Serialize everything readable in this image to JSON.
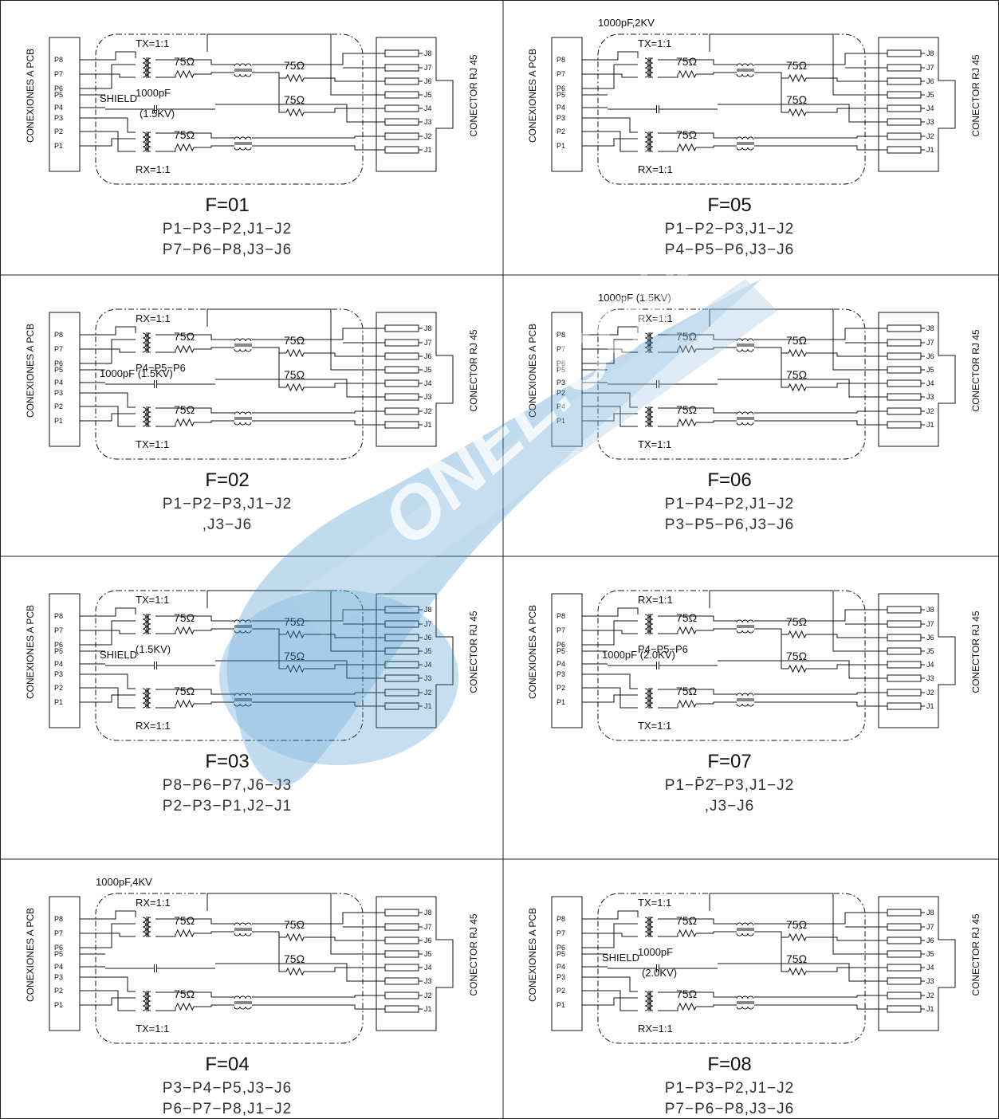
{
  "colors": {
    "line": "#111111",
    "grid": "#222222",
    "watermark": "#2f89c9"
  },
  "watermark_text": "ONEL.COM",
  "panels": [
    {
      "id": "F01",
      "title": "F=01",
      "desc": [
        "P1−P3−P2,J1−J2",
        "P7−P6−P8,J3−J6"
      ],
      "left_label": "CONEXIONES A PCB",
      "right_label": "CONECTOR RJ 45",
      "p_pins": [
        "P8",
        "P7",
        "P6",
        "P5",
        "P4",
        "P3",
        "P2",
        "P1"
      ],
      "j_pins": [
        "J8",
        "J7",
        "J6",
        "J5",
        "J4",
        "J3",
        "J2",
        "J1"
      ],
      "trafo_top": "TX=1:1",
      "trafo_bottom": "RX=1:1",
      "resistor": "75Ω",
      "notes": [
        "SHIELD",
        "1000pF",
        "(1.5KV)"
      ]
    },
    {
      "id": "F05",
      "title": "F=05",
      "desc": [
        "P1−P2−P3,J1−J2",
        "P4−P5−P6,J3−J6"
      ],
      "left_label": "CONEXIONES A PCB",
      "right_label": "CONECTOR RJ 45",
      "p_pins": [
        "P8",
        "P7",
        "P6",
        "P5",
        "P4",
        "P3",
        "P2",
        "P1"
      ],
      "j_pins": [
        "J8",
        "J7",
        "J6",
        "J5",
        "J4",
        "J3",
        "J2",
        "J1"
      ],
      "trafo_top": "TX=1:1",
      "trafo_bottom": "RX=1:1",
      "resistor": "75Ω",
      "notes": [
        "1000pF,2KV"
      ]
    },
    {
      "id": "F02",
      "title": "F=02",
      "desc": [
        "P1−P2−P3,J1−J2",
        ",J3−J6"
      ],
      "left_label": "CONEXIONES A PCB",
      "right_label": "CONECTOR RJ 45",
      "p_pins": [
        "P8",
        "P7",
        "P6",
        "P5",
        "P4",
        "P3",
        "P2",
        "P1"
      ],
      "j_pins": [
        "J8",
        "J7",
        "J6",
        "J5",
        "J4",
        "J3",
        "J2",
        "J1"
      ],
      "trafo_top": "RX=1:1",
      "trafo_bottom": "TX=1:1",
      "resistor": "75Ω",
      "notes": [
        "1000pF  (1.5KV)",
        "P4−P5−P6"
      ]
    },
    {
      "id": "F06",
      "title": "F=06",
      "desc": [
        "P1−P4−P2,J1−J2",
        "P3−P5−P6,J3−J6"
      ],
      "left_label": "CONEXIONES A PCB",
      "right_label": "CONECTOR RJ 45",
      "p_pins": [
        "P8",
        "P7",
        "P6",
        "P5",
        "P3",
        "P2",
        "P4",
        "P1"
      ],
      "j_pins": [
        "J8",
        "J7",
        "J6",
        "J5",
        "J4",
        "J3",
        "J2",
        "J1"
      ],
      "trafo_top": "RX=1:1",
      "trafo_bottom": "TX=1:1",
      "resistor": "75Ω",
      "notes": [
        "1000pF  (1.5KV)"
      ]
    },
    {
      "id": "F03",
      "title": "F=03",
      "desc": [
        "P8−P6−P7,J6−J3",
        "P2−P3−P1,J2−J1"
      ],
      "left_label": "CONEXIONES A PCB",
      "right_label": "CONECTOR RJ 45",
      "p_pins": [
        "P8",
        "P7",
        "P6",
        "P5",
        "P4",
        "P3",
        "P2",
        "P1"
      ],
      "j_pins": [
        "J8",
        "J7",
        "J6",
        "J5",
        "J4",
        "J3",
        "J2",
        "J1"
      ],
      "trafo_top": "TX=1:1",
      "trafo_bottom": "RX=1:1",
      "resistor": "75Ω",
      "notes": [
        "SHIELD",
        "(1.5KV)"
      ]
    },
    {
      "id": "F07",
      "title": "F=07",
      "desc": [
        "P1−P̄2̄−P3,J1−J2",
        ",J3−J6"
      ],
      "left_label": "CONEXIONES A PCB",
      "right_label": "CONECTOR RJ 45",
      "p_pins": [
        "P8",
        "P7",
        "P6",
        "P5",
        "P4",
        "P3",
        "P2",
        "P1"
      ],
      "j_pins": [
        "J8",
        "J7",
        "J6",
        "J5",
        "J4",
        "J3",
        "J2",
        "J1"
      ],
      "trafo_top": "RX=1:1",
      "trafo_bottom": "TX=1:1",
      "resistor": "75Ω",
      "notes": [
        "1000pF  (2.0KV)",
        "P4−P5−P6"
      ]
    },
    {
      "id": "F04",
      "title": "F=04",
      "desc": [
        "P3−P4−P5,J3−J6",
        "P6−P7−P8,J1−J2"
      ],
      "left_label": "CONEXIONES A PCB",
      "right_label": "CONECTOR RJ 45",
      "p_pins": [
        "P8",
        "P7",
        "P6",
        "P5",
        "P4",
        "P3",
        "P2",
        "P1"
      ],
      "j_pins": [
        "J8",
        "J7",
        "J6",
        "J5",
        "J4",
        "J3",
        "J2",
        "J1"
      ],
      "trafo_top": "RX=1:1",
      "trafo_bottom": "TX=1:1",
      "resistor": "75Ω",
      "notes": [
        "1000pF,4KV"
      ]
    },
    {
      "id": "F08",
      "title": "F=08",
      "desc": [
        "P1−P3−P2,J1−J2",
        "P7−P6−P8,J3−J6"
      ],
      "left_label": "CONEXIONES A PCB",
      "right_label": "CONECTOR RJ 45",
      "p_pins": [
        "P8",
        "P7",
        "P6",
        "P5",
        "P4",
        "P3",
        "P2",
        "P1"
      ],
      "j_pins": [
        "J8",
        "J7",
        "J6",
        "J5",
        "J4",
        "J3",
        "J2",
        "J1"
      ],
      "trafo_top": "TX=1:1",
      "trafo_bottom": "RX=1:1",
      "resistor": "75Ω",
      "notes": [
        "SHIELD",
        "1000pF",
        "(2.0KV)"
      ]
    }
  ]
}
